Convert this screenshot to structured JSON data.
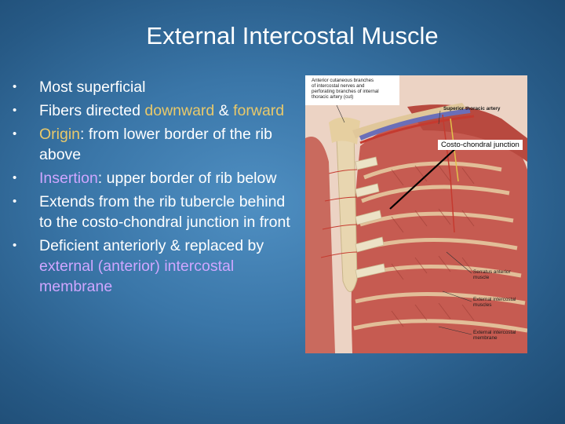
{
  "slide": {
    "title": "External Intercostal Muscle",
    "bullets": [
      {
        "parts": [
          {
            "text": "Most superficial",
            "style": "plain"
          }
        ]
      },
      {
        "parts": [
          {
            "text": "Fibers directed  ",
            "style": "plain"
          },
          {
            "text": "downward",
            "style": "yellow"
          },
          {
            "text": " & ",
            "style": "plain"
          },
          {
            "text": "forward",
            "style": "yellow"
          }
        ]
      },
      {
        "parts": [
          {
            "text": "Origin",
            "style": "yellow"
          },
          {
            "text": ": from lower border of the rib above",
            "style": "plain"
          }
        ]
      },
      {
        "parts": [
          {
            "text": "Insertion",
            "style": "purple"
          },
          {
            "text": ": upper border of rib below",
            "style": "plain"
          }
        ]
      },
      {
        "parts": [
          {
            "text": "Extends from the rib tubercle behind to the costo-chondral junction in front",
            "style": "plain"
          }
        ]
      },
      {
        "parts": [
          {
            "text": "Deficient anteriorly  & replaced by ",
            "style": "plain"
          },
          {
            "text": "external (anterior) intercostal membrane",
            "style": "purple"
          }
        ]
      }
    ],
    "bullet_char": "•"
  },
  "figure": {
    "labels": {
      "top_left": [
        "Anterior cutaneous branches",
        "of intercostal nerves and",
        "perforating branches of internal",
        "thoracic artery (cut)"
      ],
      "superior_thoracic_artery": "Superior thoracic artery",
      "serratus_anterior": [
        "Serratus anterior",
        "muscle"
      ],
      "external_intercostal_muscles": [
        "External intercostal",
        "muscles"
      ],
      "external_intercostal_membrane": [
        "External intercostal",
        "membrane"
      ]
    },
    "callout": "Costo-chondral junction",
    "colors": {
      "muscle": "#c9645a",
      "muscle_dark": "#a9463f",
      "cartilage": "#e7dcc0",
      "bone": "#e6d2a8",
      "vessel_red": "#c53a2f",
      "vessel_blue": "#6b6fb8",
      "nerve_yellow": "#e2c24a",
      "text_yellow": "#e9c96a",
      "text_purple": "#cfa6ff"
    }
  }
}
